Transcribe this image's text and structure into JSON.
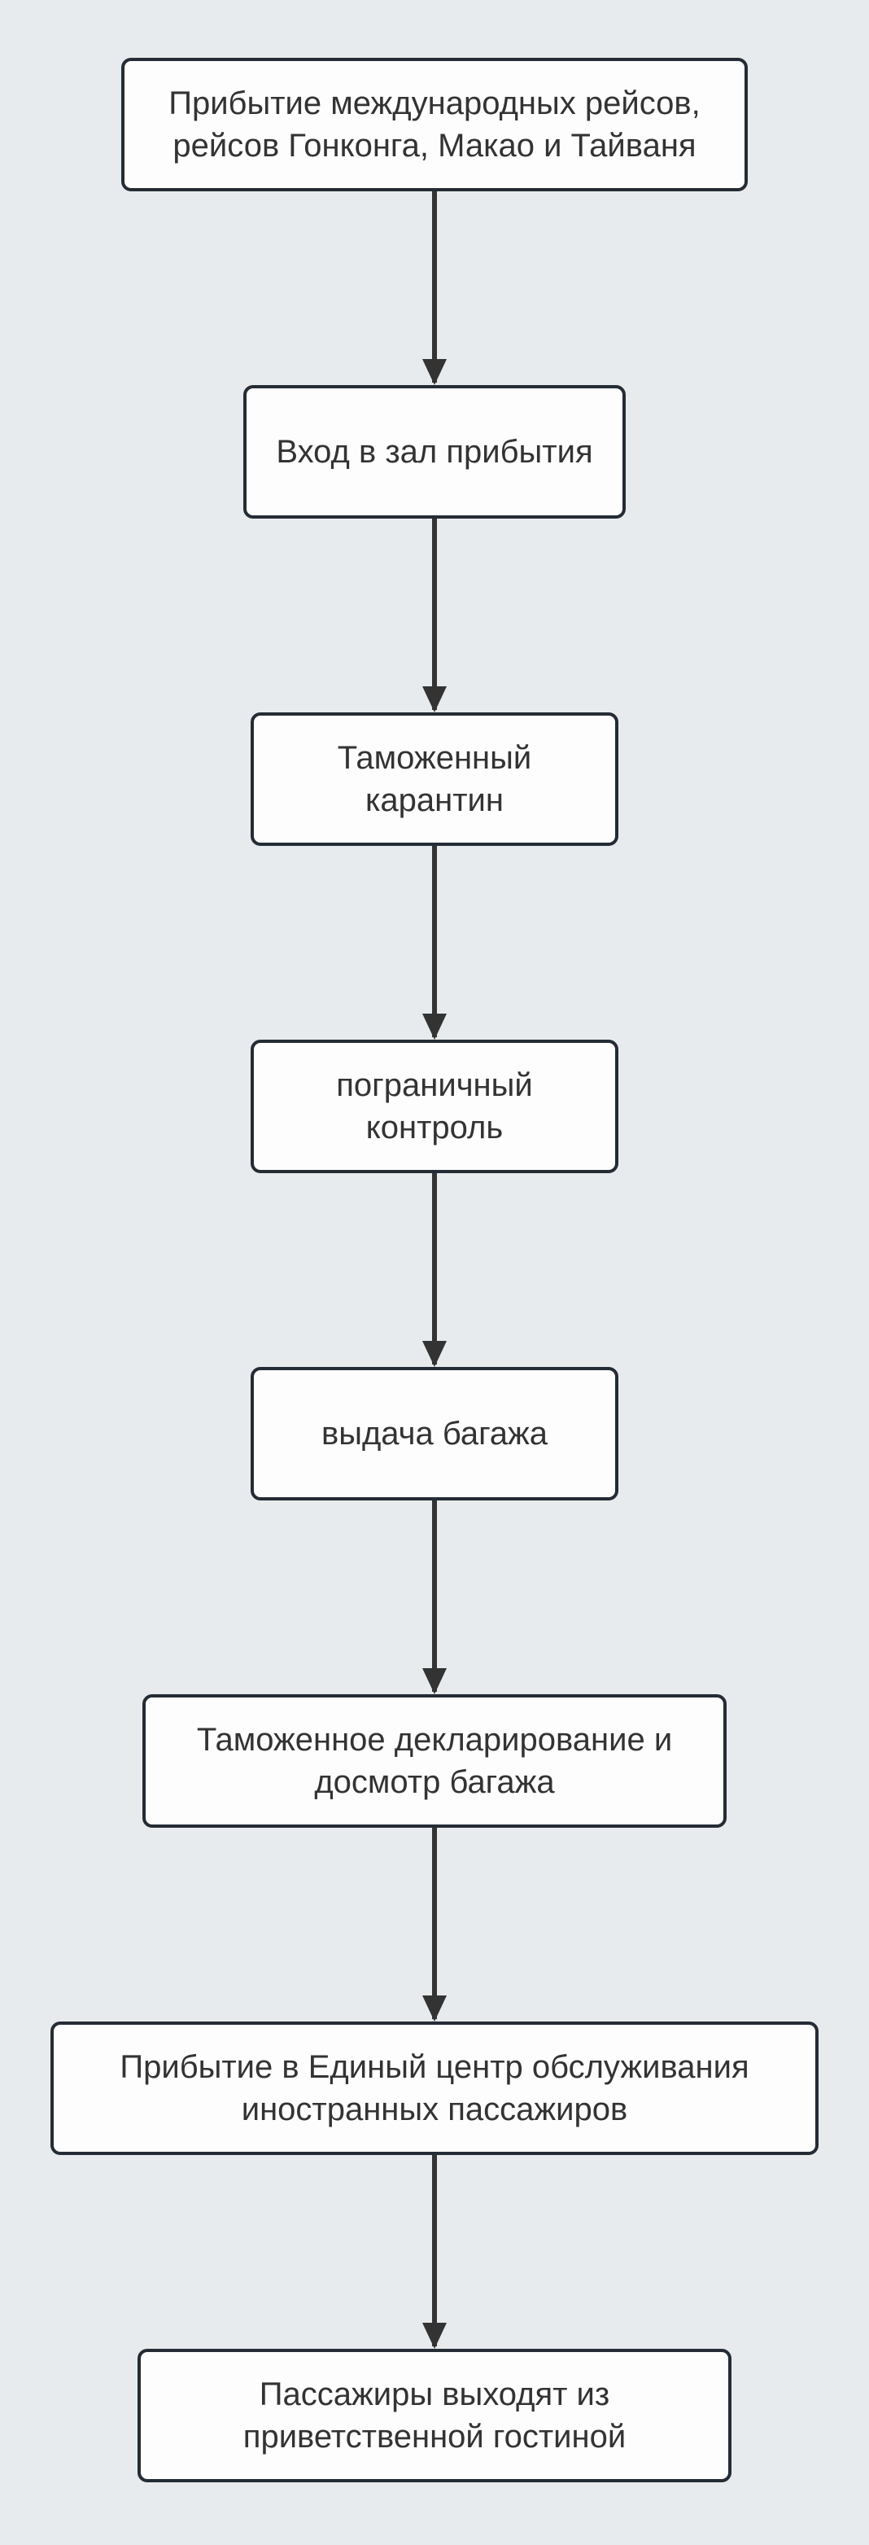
{
  "diagram": {
    "type": "flowchart",
    "direction": "top-down",
    "colors": {
      "background": "#e8ebed",
      "node_fill": "#fdfdfd",
      "node_border": "#242c35",
      "arrow": "#333333",
      "text": "#333333"
    },
    "nodes": [
      {
        "id": 1,
        "label": "Прибытие международных рейсов,\nрейсов Гонконга, Макао и Тайваня"
      },
      {
        "id": 2,
        "label": "Вход в зал прибытия"
      },
      {
        "id": 3,
        "label": "Таможенный\nкарантин"
      },
      {
        "id": 4,
        "label": "пограничный\nконтроль"
      },
      {
        "id": 5,
        "label": "выдача багажа"
      },
      {
        "id": 6,
        "label": "Таможенное декларирование и\nдосмотр багажа"
      },
      {
        "id": 7,
        "label": "Прибытие в Единый центр обслуживания\nиностранных пассажиров"
      },
      {
        "id": 8,
        "label": "Пассажиры выходят из\nприветственной гостиной"
      }
    ],
    "edges": [
      {
        "from": 1,
        "to": 2
      },
      {
        "from": 2,
        "to": 3
      },
      {
        "from": 3,
        "to": 4
      },
      {
        "from": 4,
        "to": 5
      },
      {
        "from": 5,
        "to": 6
      },
      {
        "from": 6,
        "to": 7
      },
      {
        "from": 7,
        "to": 8
      }
    ]
  }
}
